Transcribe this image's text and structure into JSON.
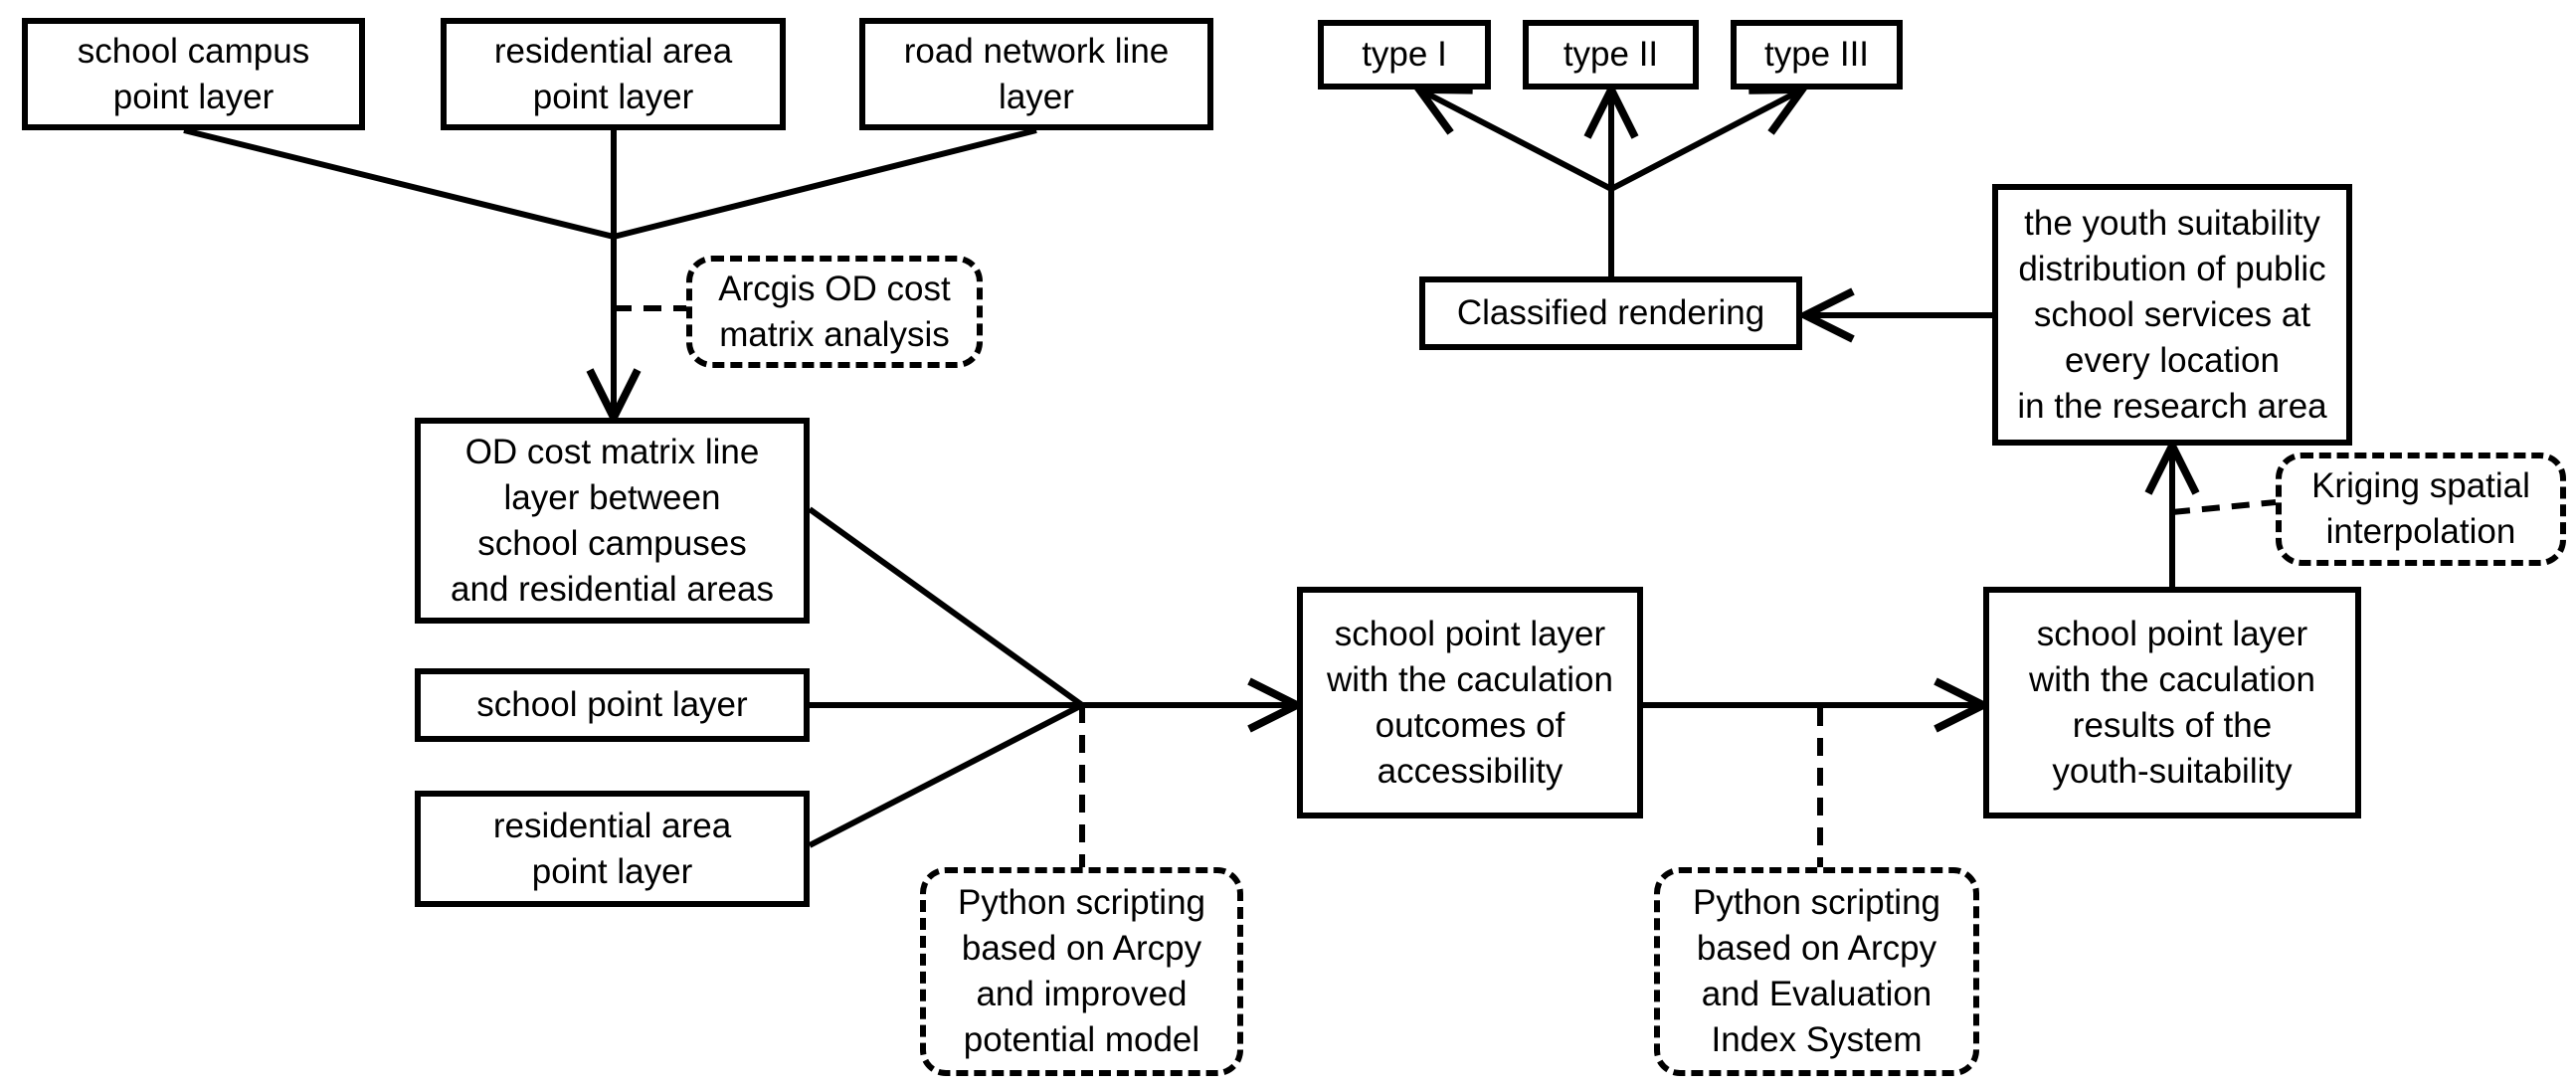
{
  "diagram": {
    "nodes": {
      "school_campus_point_layer": "school campus\npoint layer",
      "residential_area_point_layer_top": "residential area\npoint layer",
      "road_network_line_layer": "road network line\nlayer",
      "type_i": "type I",
      "type_ii": "type II",
      "type_iii": "type III",
      "classified_rendering": "Classified rendering",
      "youth_suitability_distribution": "the youth suitability\ndistribution of public\nschool services at\nevery location\nin the research area",
      "od_cost_matrix_line_layer": "OD cost matrix line\nlayer between\nschool campuses\nand residential areas",
      "school_point_layer": "school point layer",
      "residential_area_point_layer_bottom": "residential area\npoint layer",
      "accessibility_outcomes": "school point layer\nwith the caculation\noutcomes of\naccessibility",
      "youth_suitability_results": "school point layer\nwith the caculation\nresults of the\nyouth-suitability"
    },
    "annotations": {
      "arcgis_od_cost_matrix": "Arcgis OD cost\nmatrix analysis",
      "kriging_interpolation": "Kriging spatial\ninterpolation",
      "python_improved_potential": "Python scripting\nbased on Arcpy\nand improved\npotential model",
      "python_evaluation_index": "Python scripting\nbased on Arcpy\nand Evaluation\nIndex System"
    },
    "colors": {
      "stroke": "#000000",
      "background": "#ffffff"
    }
  }
}
